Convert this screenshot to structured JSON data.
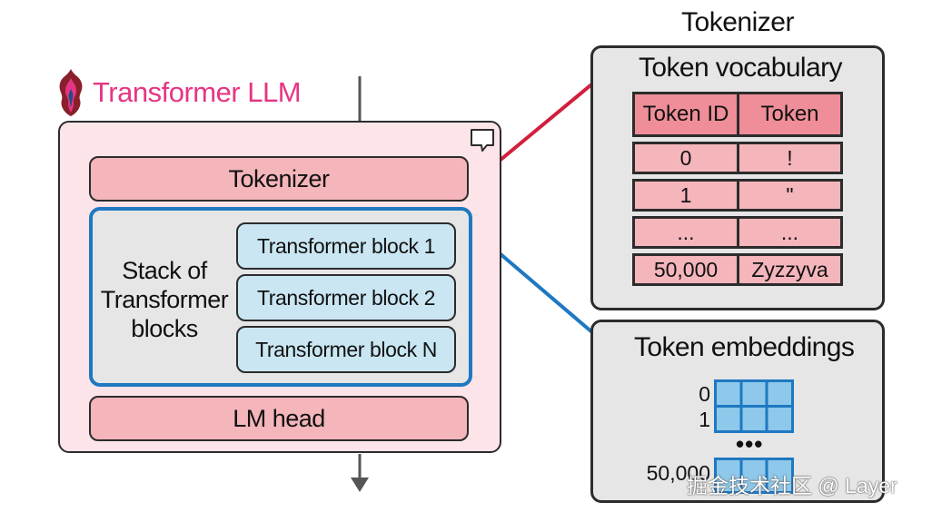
{
  "llm": {
    "title": "Transformer LLM",
    "tokenizer_label": "Tokenizer",
    "stack_label_lines": [
      "Stack of",
      "Transformer",
      "blocks"
    ],
    "blocks": [
      "Transformer block 1",
      "Transformer block 2",
      "Transformer block N"
    ],
    "lm_head_label": "LM head"
  },
  "tokenizer_panel": {
    "heading": "Tokenizer",
    "vocab_title": "Token vocabulary",
    "table": {
      "headers": [
        "Token ID",
        "Token"
      ],
      "rows": [
        [
          "0",
          "!"
        ],
        [
          "1",
          "\""
        ],
        [
          "...",
          "..."
        ],
        [
          "50,000",
          "Zyzzyva"
        ]
      ]
    }
  },
  "embeddings_panel": {
    "title": "Token embeddings",
    "row_labels": [
      "0",
      "1",
      "50,000"
    ],
    "ellipsis": "•••"
  },
  "watermark": "掘金技术社区 @ Layer",
  "colors": {
    "accent_pink": "#e63583",
    "connector_red": "#d21f3c",
    "connector_blue": "#1f78c1",
    "llm_background": "#fde4e8",
    "bar_pink": "#f4b5bb",
    "block_blue": "#c9e6f2",
    "panel_gray": "#e6e6e6",
    "embedding_cell": "#8ec8ea"
  }
}
